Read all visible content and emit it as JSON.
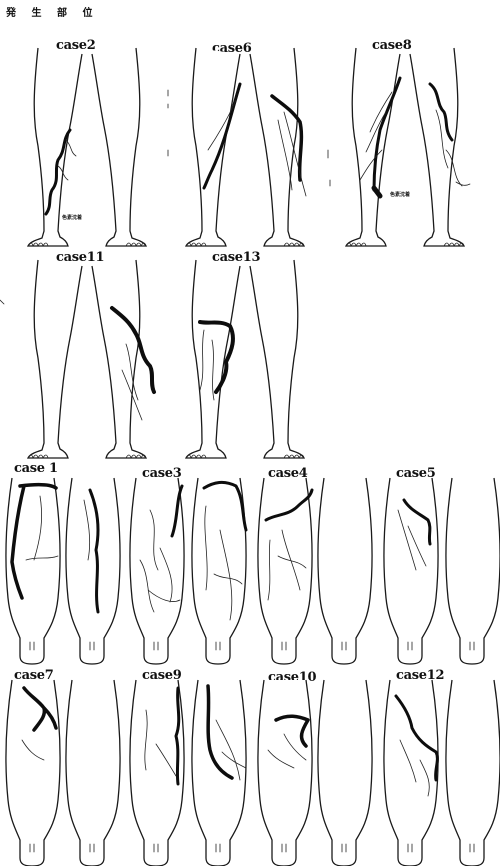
{
  "title": "発 生 部 位",
  "rows": [
    [
      {
        "key": "case2",
        "label": "case2"
      },
      {
        "key": "case6",
        "label": "case6"
      },
      {
        "key": "case8",
        "label": "case8"
      }
    ],
    [
      {
        "key": "case11",
        "label": "case11"
      },
      {
        "key": "case13",
        "label": "case13"
      }
    ],
    [
      {
        "key": "case1",
        "label": "case 1"
      },
      {
        "key": "case3",
        "label": "case3"
      },
      {
        "key": "case4",
        "label": "case4"
      },
      {
        "key": "case5",
        "label": "case5"
      }
    ],
    [
      {
        "key": "case7",
        "label": "case7"
      },
      {
        "key": "case9",
        "label": "case9"
      },
      {
        "key": "case10",
        "label": "case10"
      },
      {
        "key": "case12",
        "label": "case12"
      }
    ]
  ],
  "annotations": {
    "case2_note": "色素沈着",
    "case8_note": "色素沈着"
  },
  "colors": {
    "ink": "#111111",
    "paper": "#ffffff"
  }
}
